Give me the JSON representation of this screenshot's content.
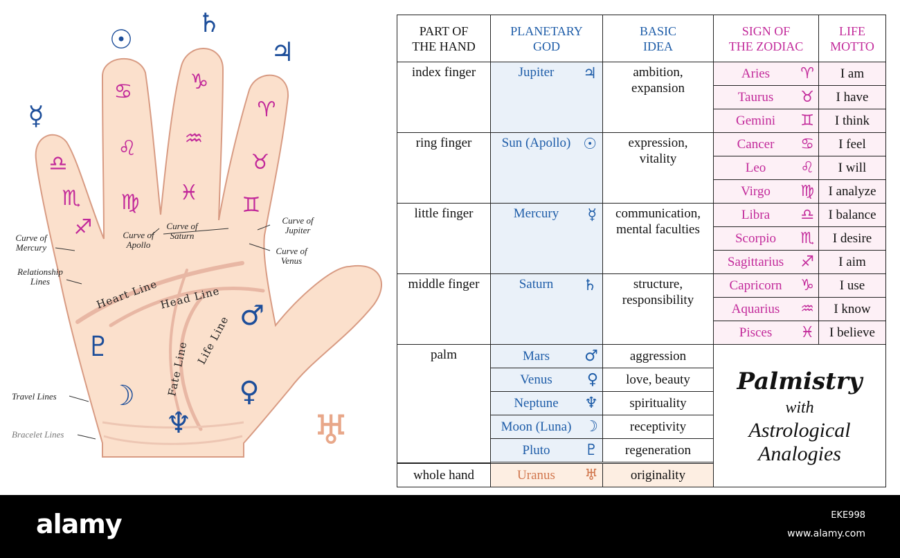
{
  "hand": {
    "labels": {
      "curve_mercury": "Curve of\nMercury",
      "relationship": "Relationship\nLines",
      "travel": "Travel Lines",
      "bracelet": "Bracelet Lines",
      "curve_apollo": "Curve of\nApollo",
      "curve_saturn": "Curve of\nSaturn",
      "curve_jupiter": "Curve of\nJupiter",
      "curve_venus": "Curve of\nVenus"
    },
    "lines": {
      "heart": "Heart Line",
      "head": "Head Line",
      "fate": "Fate Line",
      "life": "Life Line"
    },
    "planet_glyphs": {
      "sun": "☉",
      "saturn": "♄",
      "jupiter": "♃",
      "mercury": "☿",
      "mars": "♂",
      "pluto": "♇",
      "moon": "☽",
      "neptune": "♆",
      "venus": "♀",
      "uranus": "♅"
    },
    "zodiac_glyphs": {
      "pinky": [
        "♎",
        "♏",
        "♐"
      ],
      "ring": [
        "♋",
        "♌",
        "♍"
      ],
      "middle": [
        "♑",
        "♒",
        "♓"
      ],
      "index": [
        "♈",
        "♉",
        "♊"
      ]
    }
  },
  "table": {
    "headers": {
      "part": "PART OF\nTHE HAND",
      "god": "PLANETARY\nGOD",
      "idea": "BASIC\nIDEA",
      "zodiac": "SIGN OF\nTHE ZODIAC",
      "motto": "LIFE\nMOTTO"
    },
    "parts": [
      "index finger",
      "ring finger",
      "little finger",
      "middle finger",
      "palm",
      "whole hand"
    ],
    "finger_gods": [
      {
        "name": "Jupiter",
        "symbol": "♃",
        "idea": "ambition,\nexpansion"
      },
      {
        "name": "Sun (Apollo)",
        "symbol": "☉",
        "idea": "expression,\nvitality"
      },
      {
        "name": "Mercury",
        "symbol": "☿",
        "idea": "communication,\nmental faculties"
      },
      {
        "name": "Saturn",
        "symbol": "♄",
        "idea": "structure,\nresponsibility"
      }
    ],
    "palm_gods": [
      {
        "name": "Mars",
        "symbol": "♂",
        "idea": "aggression"
      },
      {
        "name": "Venus",
        "symbol": "♀",
        "idea": "love, beauty"
      },
      {
        "name": "Neptune",
        "symbol": "♆",
        "idea": "spirituality"
      },
      {
        "name": "Moon (Luna)",
        "symbol": "☽",
        "idea": "receptivity"
      },
      {
        "name": "Pluto",
        "symbol": "♇",
        "idea": "regeneration"
      }
    ],
    "whole_hand_god": {
      "name": "Uranus",
      "symbol": "♅",
      "idea": "originality"
    },
    "signs": [
      {
        "name": "Aries",
        "symbol": "♈",
        "motto": "I am"
      },
      {
        "name": "Taurus",
        "symbol": "♉",
        "motto": "I have"
      },
      {
        "name": "Gemini",
        "symbol": "♊",
        "motto": "I think"
      },
      {
        "name": "Cancer",
        "symbol": "♋",
        "motto": "I feel"
      },
      {
        "name": "Leo",
        "symbol": "♌",
        "motto": "I will"
      },
      {
        "name": "Virgo",
        "symbol": "♍",
        "motto": "I analyze"
      },
      {
        "name": "Libra",
        "symbol": "♎",
        "motto": "I balance"
      },
      {
        "name": "Scorpio",
        "symbol": "♏",
        "motto": "I desire"
      },
      {
        "name": "Sagittarius",
        "symbol": "♐",
        "motto": "I aim"
      },
      {
        "name": "Capricorn",
        "symbol": "♑",
        "motto": "I use"
      },
      {
        "name": "Aquarius",
        "symbol": "♒",
        "motto": "I know"
      },
      {
        "name": "Pisces",
        "symbol": "♓",
        "motto": "I believe"
      }
    ],
    "title": {
      "line1": "Palmistry",
      "line2": "with",
      "line3": "Astrological",
      "line4": "Analogies"
    }
  },
  "footer": {
    "brand": "alamy",
    "image_id": "EKE998",
    "site": "www.alamy.com"
  },
  "colors": {
    "god_blue": "#1d5ca8",
    "zodiac_pink": "#c2299a",
    "uranus_orange": "#d1764d",
    "skin": "#fbe0cc",
    "skin_outline": "#d89b83"
  }
}
